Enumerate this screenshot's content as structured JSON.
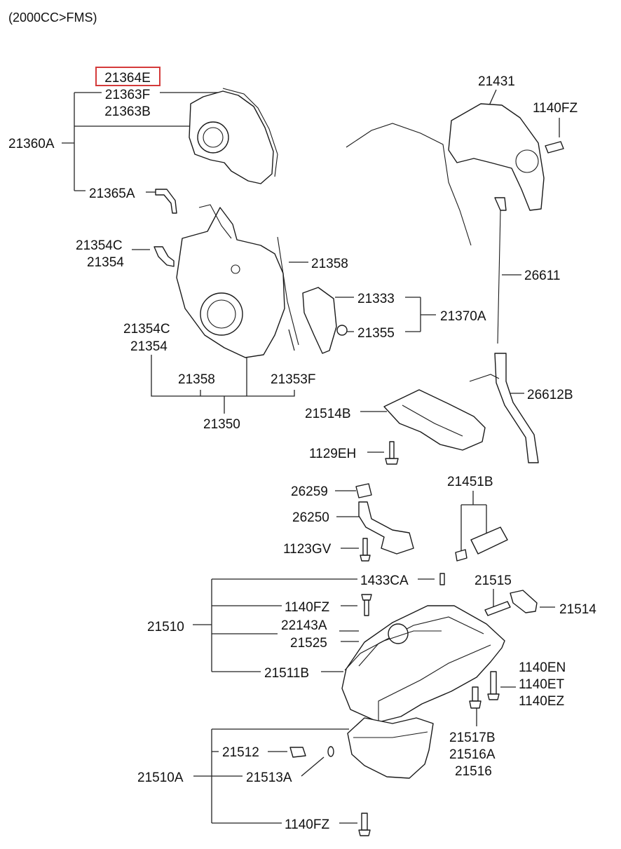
{
  "header": "(2000CC>FMS)",
  "highlight_color": "#d43a3a",
  "labels": {
    "p21364E": "21364E",
    "p21363F": "21363F",
    "p21363B": "21363B",
    "p21360A": "21360A",
    "p21365A": "21365A",
    "p21431": "21431",
    "p1140FZ_a": "1140FZ",
    "p21354C_a": "21354C",
    "p21354_a": "21354",
    "p21358_a": "21358",
    "p26611": "26611",
    "p21333": "21333",
    "p21370A": "21370A",
    "p21355": "21355",
    "p21354C_b": "21354C",
    "p21354_b": "21354",
    "p21358_b": "21358",
    "p21353F": "21353F",
    "p26612B": "26612B",
    "p21350": "21350",
    "p21514B": "21514B",
    "p1129EH": "1129EH",
    "p26259": "26259",
    "p21451B": "21451B",
    "p26250": "26250",
    "p1123GV": "1123GV",
    "p1433CA": "1433CA",
    "p21515": "21515",
    "p1140FZ_b": "1140FZ",
    "p21514": "21514",
    "p21510": "21510",
    "p22143A": "22143A",
    "p21525": "21525",
    "p21511B": "21511B",
    "p1140EN": "1140EN",
    "p1140ET": "1140ET",
    "p1140EZ": "1140EZ",
    "p21517B": "21517B",
    "p21516A": "21516A",
    "p21516": "21516",
    "p21512": "21512",
    "p21510A": "21510A",
    "p21513A": "21513A",
    "p1140FZ_c": "1140FZ"
  }
}
